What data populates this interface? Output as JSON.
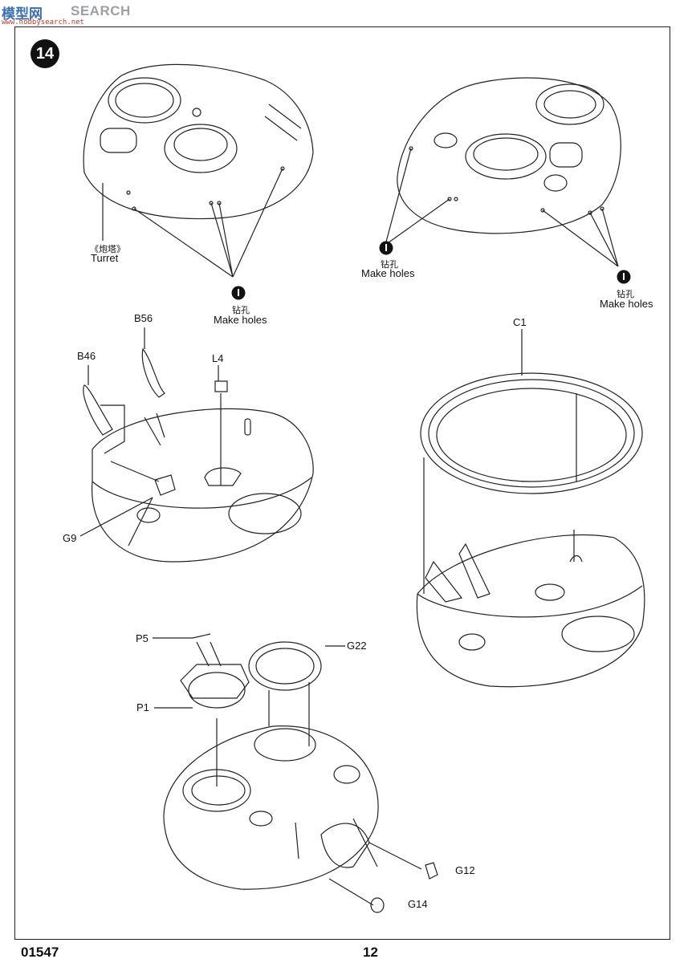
{
  "watermark": {
    "logo": "模型网",
    "search": "SEARCH",
    "url": "www.hobbysearch.net"
  },
  "step_number": "14",
  "labels": {
    "turret_cn": "《炮塔》",
    "turret_en": "Turret",
    "drill_cn": "钻孔",
    "make_holes": "Make holes",
    "B56": "B56",
    "B46": "B46",
    "L4": "L4",
    "C1": "C1",
    "G9": "G9",
    "P5": "P5",
    "G22": "G22",
    "P1": "P1",
    "G12": "G12",
    "G14": "G14"
  },
  "footer": {
    "product_code": "01547",
    "page_number": "12"
  }
}
